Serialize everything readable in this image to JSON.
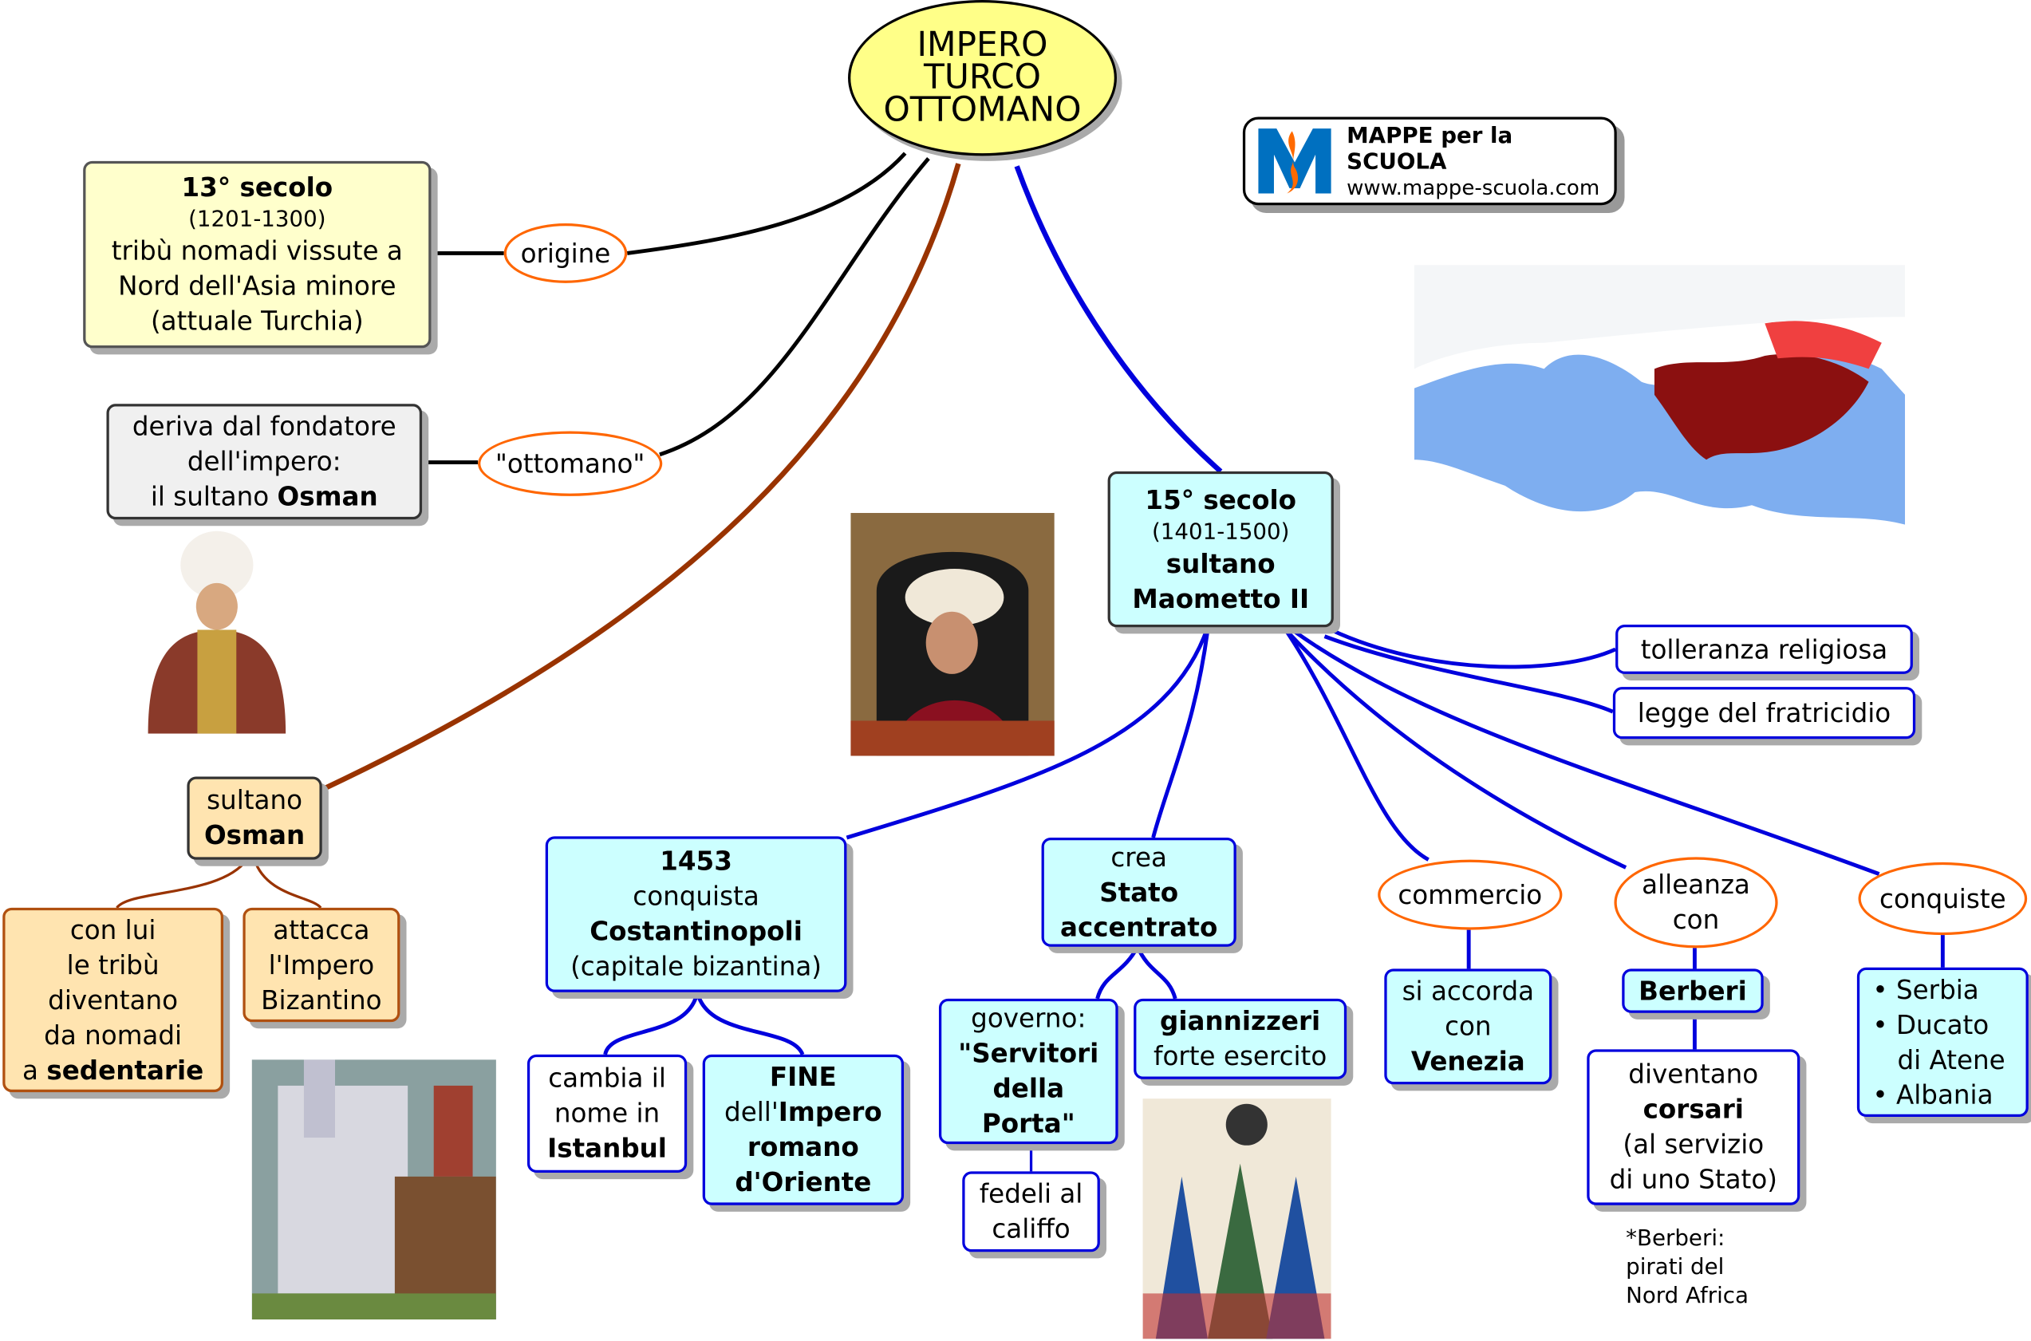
{
  "colors": {
    "blue": "#0000dd",
    "black": "#000000",
    "brown": "#993300",
    "orange": "#ff6600",
    "yellow": "#ffff88",
    "cyan": "#ccffff",
    "cream": "#ffffcc",
    "tan": "#ffe4b0",
    "gray": "#f0f0f0"
  },
  "logo": {
    "title": "MAPPE per la SCUOLA",
    "url": "www.mappe-scuola.com"
  },
  "note": [
    "*Berberi:",
    "pirati del",
    "Nord Africa"
  ],
  "nodes": {
    "title": {
      "lines": [
        [
          {
            "t": "IMPERO"
          }
        ],
        [
          {
            "t": "TURCO"
          }
        ],
        [
          {
            "t": "OTTOMANO"
          }
        ]
      ]
    },
    "n13": {
      "lines": [
        [
          {
            "t": "13° secolo",
            "b": true
          }
        ],
        [
          {
            "t": "(1201-1300)",
            "s": true
          }
        ],
        [
          {
            "t": "tribù nomadi vissute a"
          }
        ],
        [
          {
            "t": "Nord dell'Asia minore"
          }
        ],
        [
          {
            "t": "(attuale Turchia)"
          }
        ]
      ]
    },
    "origine": {
      "lines": [
        [
          {
            "t": "origine"
          }
        ]
      ]
    },
    "deriva": {
      "lines": [
        [
          {
            "t": "deriva dal fondatore"
          }
        ],
        [
          {
            "t": "dell'impero:"
          }
        ],
        [
          {
            "t": "il sultano "
          },
          {
            "t": "Osman",
            "b": true
          }
        ]
      ]
    },
    "ottomano": {
      "lines": [
        [
          {
            "t": "\"ottomano\""
          }
        ]
      ]
    },
    "osman": {
      "lines": [
        [
          {
            "t": "sultano"
          }
        ],
        [
          {
            "t": "Osman",
            "b": true
          }
        ]
      ]
    },
    "conlui": {
      "lines": [
        [
          {
            "t": "con lui"
          }
        ],
        [
          {
            "t": "le tribù"
          }
        ],
        [
          {
            "t": "diventano"
          }
        ],
        [
          {
            "t": "da nomadi"
          }
        ],
        [
          {
            "t": "a "
          },
          {
            "t": "sedentarie",
            "b": true
          }
        ]
      ]
    },
    "attacca": {
      "lines": [
        [
          {
            "t": "attacca"
          }
        ],
        [
          {
            "t": "l'Impero"
          }
        ],
        [
          {
            "t": "Bizantino"
          }
        ]
      ]
    },
    "n15": {
      "lines": [
        [
          {
            "t": "15° secolo",
            "b": true
          }
        ],
        [
          {
            "t": "(1401-1500)",
            "s": true
          }
        ],
        [
          {
            "t": "sultano",
            "b": true
          }
        ],
        [
          {
            "t": "Maometto II",
            "b": true
          }
        ]
      ]
    },
    "tolleranza": {
      "lines": [
        [
          {
            "t": "tolleranza religiosa"
          }
        ]
      ]
    },
    "legge": {
      "lines": [
        [
          {
            "t": "legge del fratricidio"
          }
        ]
      ]
    },
    "c1453": {
      "lines": [
        [
          {
            "t": "1453",
            "b": true
          }
        ],
        [
          {
            "t": "conquista"
          }
        ],
        [
          {
            "t": "Costantinopoli",
            "b": true
          }
        ],
        [
          {
            "t": "(capitale bizantina)"
          }
        ]
      ]
    },
    "crea": {
      "lines": [
        [
          {
            "t": "crea"
          }
        ],
        [
          {
            "t": "Stato",
            "b": true
          }
        ],
        [
          {
            "t": "accentrato",
            "b": true
          }
        ]
      ]
    },
    "commercio": {
      "lines": [
        [
          {
            "t": "commercio"
          }
        ]
      ]
    },
    "alleanza": {
      "lines": [
        [
          {
            "t": "alleanza"
          }
        ],
        [
          {
            "t": "con"
          }
        ]
      ]
    },
    "conquiste": {
      "lines": [
        [
          {
            "t": "conquiste"
          }
        ]
      ]
    },
    "cambia": {
      "lines": [
        [
          {
            "t": "cambia il"
          }
        ],
        [
          {
            "t": "nome in"
          }
        ],
        [
          {
            "t": "Istanbul",
            "b": true
          }
        ]
      ]
    },
    "fine": {
      "lines": [
        [
          {
            "t": "FINE",
            "b": true
          }
        ],
        [
          {
            "t": "dell'"
          },
          {
            "t": "Impero",
            "b": true
          }
        ],
        [
          {
            "t": "romano",
            "b": true
          }
        ],
        [
          {
            "t": "d'Oriente",
            "b": true
          }
        ]
      ]
    },
    "governo": {
      "lines": [
        [
          {
            "t": "governo:"
          }
        ],
        [
          {
            "t": "\"Servitori",
            "b": true
          }
        ],
        [
          {
            "t": "della",
            "b": true
          }
        ],
        [
          {
            "t": "Porta\"",
            "b": true
          }
        ]
      ]
    },
    "giannizzeri": {
      "lines": [
        [
          {
            "t": "giannizzeri",
            "b": true
          }
        ],
        [
          {
            "t": "forte esercito"
          }
        ]
      ]
    },
    "fedeli": {
      "lines": [
        [
          {
            "t": "fedeli al"
          }
        ],
        [
          {
            "t": "califfo"
          }
        ]
      ]
    },
    "accorda": {
      "lines": [
        [
          {
            "t": "si accorda"
          }
        ],
        [
          {
            "t": "con"
          }
        ],
        [
          {
            "t": "Venezia",
            "b": true
          }
        ]
      ]
    },
    "berberi": {
      "lines": [
        [
          {
            "t": "Berberi",
            "b": true
          }
        ]
      ]
    },
    "diventano": {
      "lines": [
        [
          {
            "t": "diventano"
          }
        ],
        [
          {
            "t": "corsari",
            "b": true
          }
        ],
        [
          {
            "t": "(al servizio"
          }
        ],
        [
          {
            "t": "di uno Stato)"
          }
        ]
      ]
    },
    "lista": {
      "lines": [
        [
          {
            "t": "• Serbia"
          }
        ],
        [
          {
            "t": "• Ducato"
          }
        ],
        [
          {
            "t": "   di Atene"
          }
        ],
        [
          {
            "t": "• Albania"
          }
        ]
      ]
    }
  }
}
